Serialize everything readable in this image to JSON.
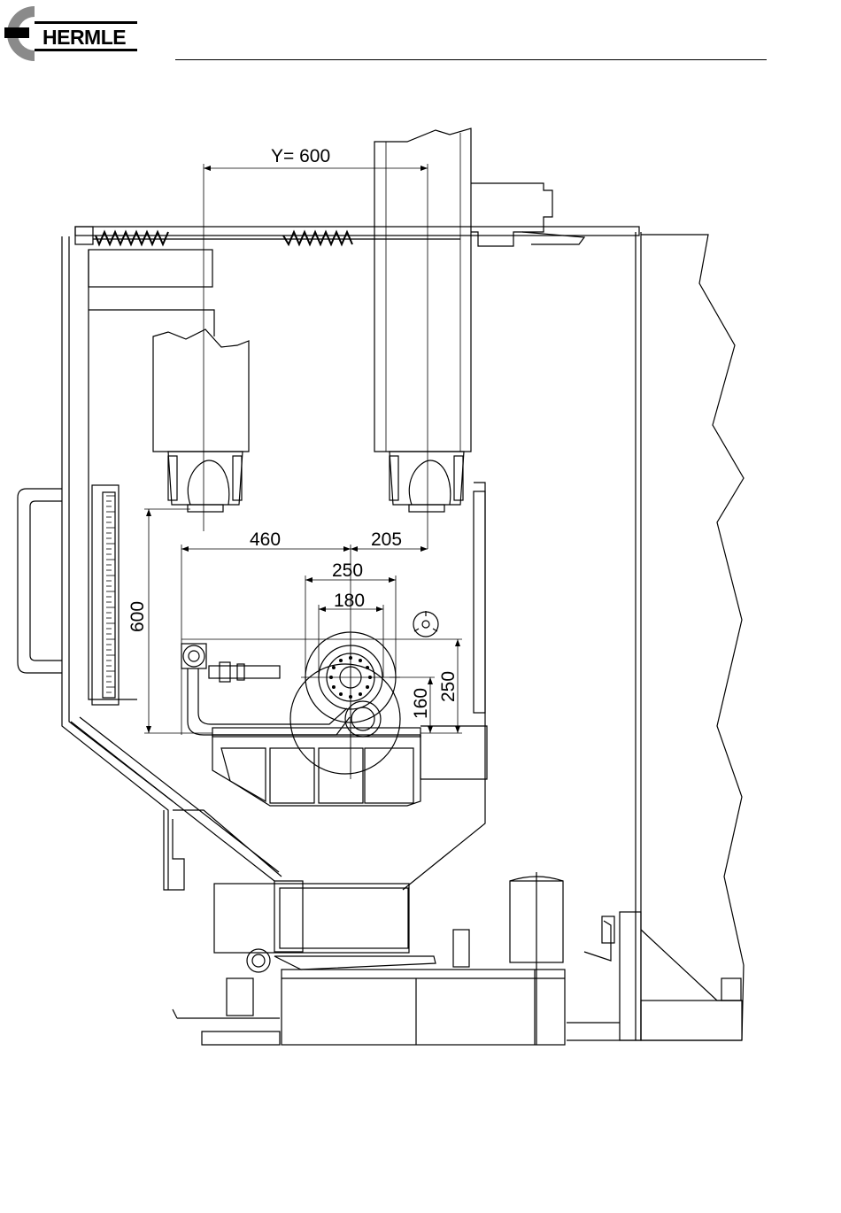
{
  "header": {
    "brand": "HERMLE"
  },
  "drawing": {
    "dimensions": {
      "y_travel": "Y= 600",
      "vertical_travel": "600",
      "offset_left": "460",
      "offset_right": "205",
      "outer_diameter": "250",
      "inner_diameter": "180",
      "height_total": "250",
      "height_table": "160"
    }
  }
}
